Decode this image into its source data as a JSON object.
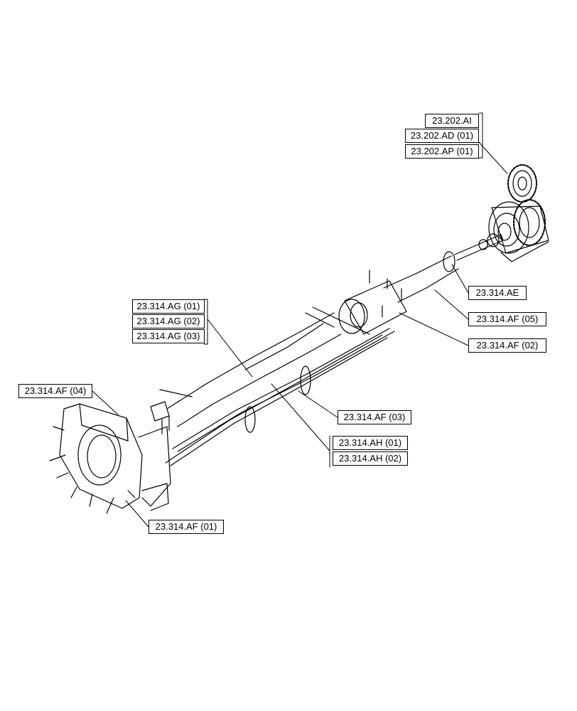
{
  "callouts": {
    "ai": "23.202.AI",
    "ad01": "23.202.AD (01)",
    "ap01": "23.202.AP (01)",
    "ae": "23.314.AE",
    "af05": "23.314.AF (05)",
    "af02": "23.314.AF (02)",
    "ag01": "23.314.AG (01)",
    "ag02": "23.314.AG (02)",
    "ag03": "23.314.AG (03)",
    "af04": "23.314.AF (04)",
    "af03": "23.314.AF (03)",
    "ah01": "23.314.AH (01)",
    "ah02": "23.314.AH (02)",
    "af01": "23.314.AF (01)"
  }
}
